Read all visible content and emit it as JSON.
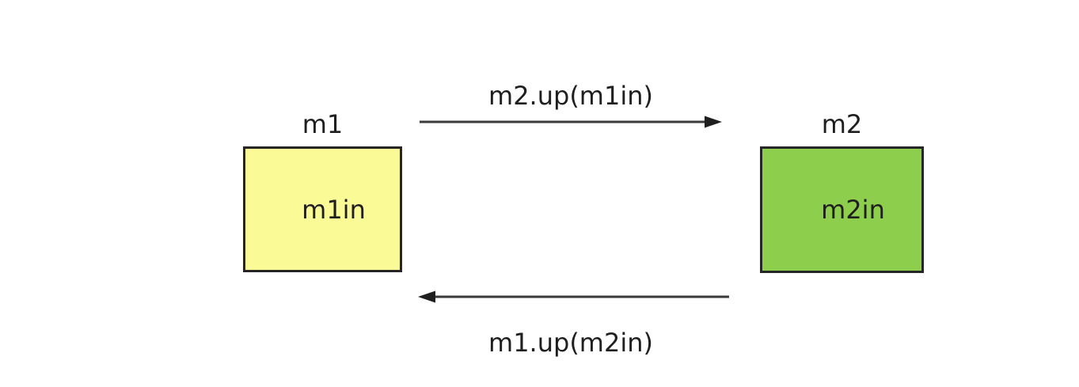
{
  "diagram": {
    "nodes": [
      {
        "id": "m1",
        "title": "m1",
        "label": "m1in",
        "fill": "#fafa96",
        "border": "#262626"
      },
      {
        "id": "m2",
        "title": "m2",
        "label": "m2in",
        "fill": "#8dce4c",
        "border": "#262626"
      }
    ],
    "edges": [
      {
        "label": "m2.up(m1in)",
        "from": "m1",
        "to": "m2",
        "direction": "right"
      },
      {
        "label": "m1.up(m2in)",
        "from": "m2",
        "to": "m1",
        "direction": "left"
      }
    ],
    "colors": {
      "background": "#ffffff",
      "arrow": "#3a3a3a",
      "arrowhead": "#1f1f1f",
      "text": "#1f1f1f"
    }
  }
}
